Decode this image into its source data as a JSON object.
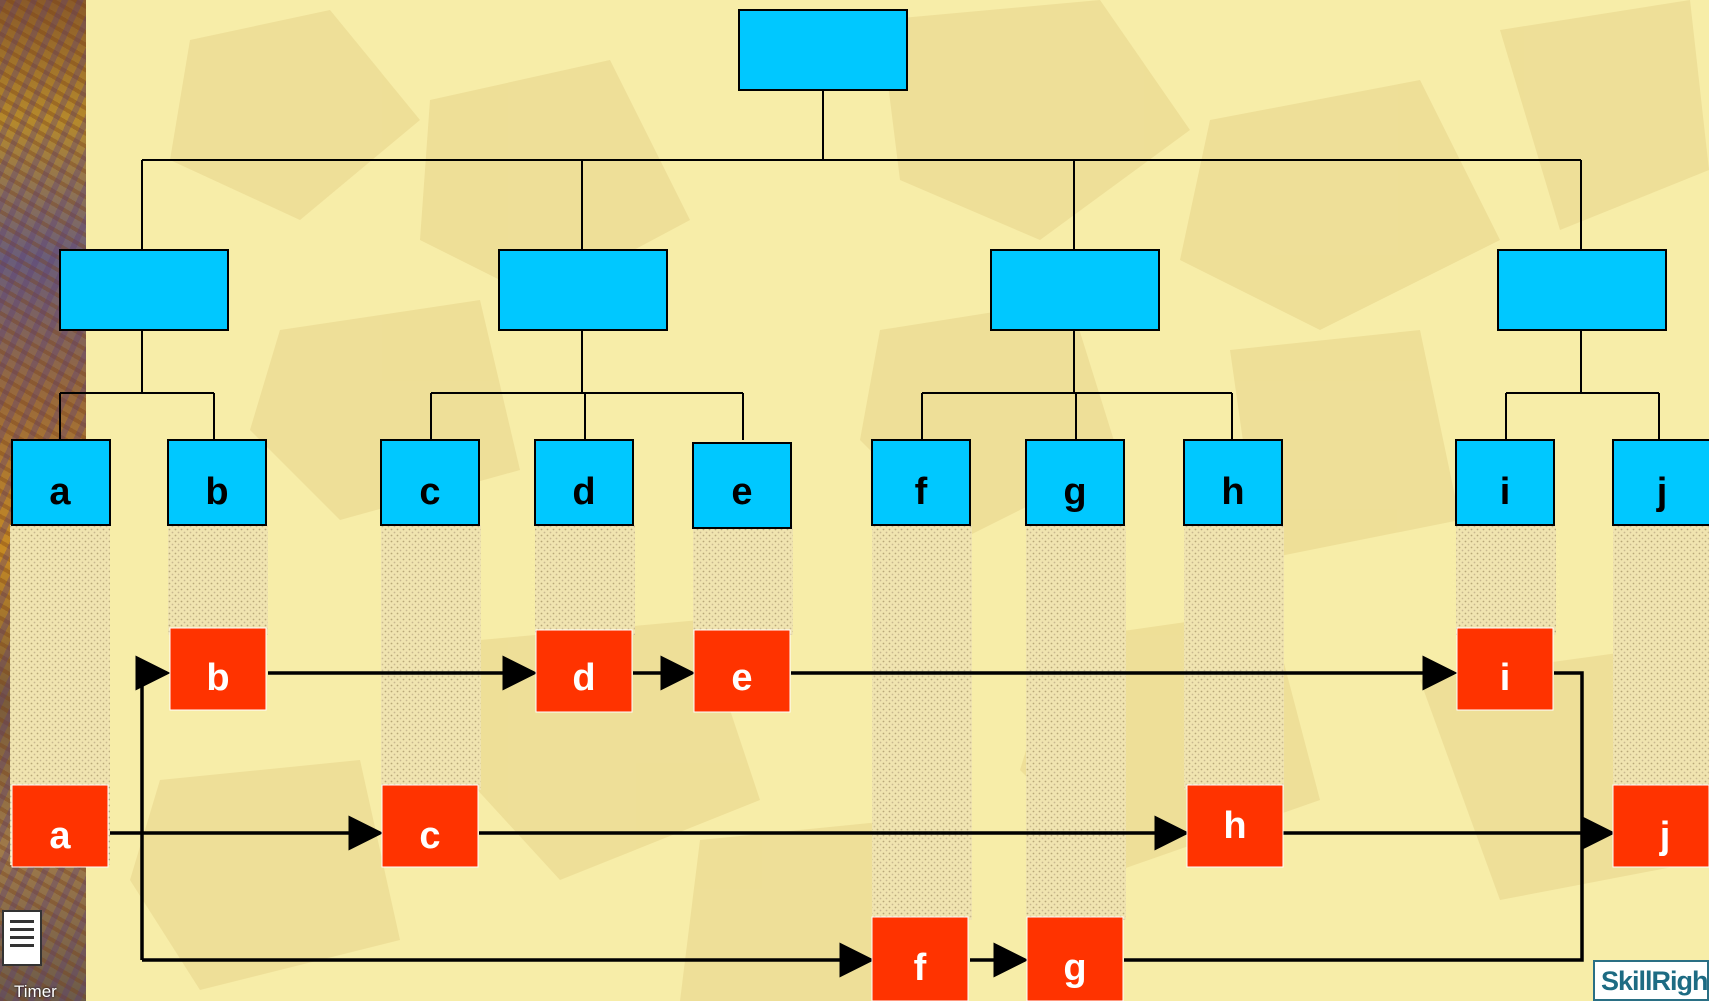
{
  "colors": {
    "background": "#f7eda8",
    "node_blue": "#00c8ff",
    "node_red": "#ff3300",
    "lines": "#000000"
  },
  "diagram": {
    "root_label": "",
    "groups": [
      "",
      "",
      "",
      ""
    ],
    "columns": [
      "a",
      "b",
      "c",
      "d",
      "e",
      "f",
      "g",
      "h",
      "i",
      "j"
    ],
    "flow": {
      "nodes": [
        "b",
        "d",
        "e",
        "i",
        "a",
        "c",
        "h",
        "j",
        "f",
        "g"
      ],
      "connections": [
        [
          "b",
          "d"
        ],
        [
          "d",
          "e"
        ],
        [
          "e",
          "i"
        ],
        [
          "a",
          "c"
        ],
        [
          "c",
          "h"
        ],
        [
          "h",
          "j"
        ],
        [
          "a",
          "b"
        ],
        [
          "a",
          "f"
        ],
        [
          "f",
          "g"
        ],
        [
          "g",
          "i"
        ]
      ]
    }
  },
  "desktop_icon": {
    "label": "Timer",
    "icon": "document-icon"
  },
  "logo": {
    "text": "SkillRight"
  }
}
